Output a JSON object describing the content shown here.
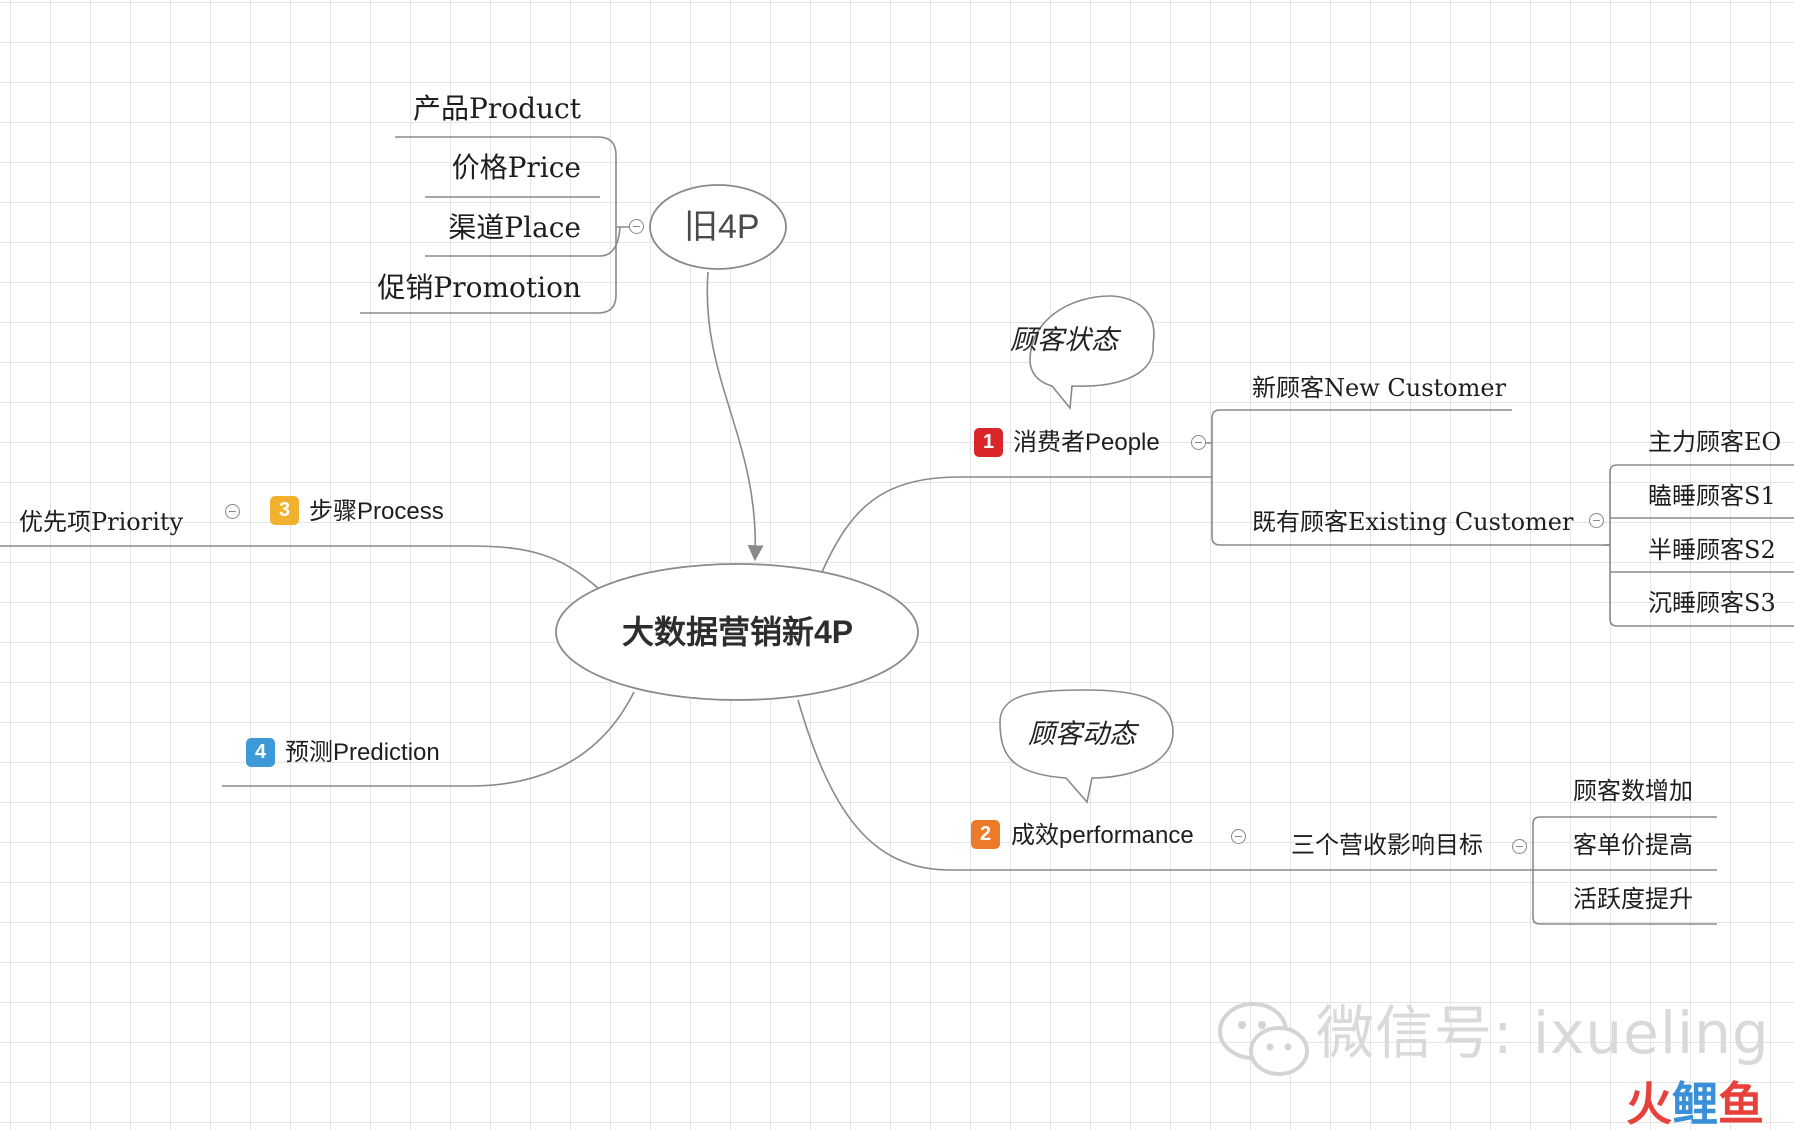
{
  "central": {
    "label": "大数据营销新4P"
  },
  "old4p": {
    "label": "旧4P",
    "items": [
      "产品Product",
      "价格Price",
      "渠道Place",
      "促销Promotion"
    ]
  },
  "branches": {
    "people": {
      "number": "1",
      "label": "消费者People",
      "callout": "顾客状态",
      "children": {
        "new_customer": "新顾客New Customer",
        "existing_customer": "既有顾客Existing Customer",
        "existing_children": [
          "主力顾客EO",
          "瞌睡顾客S1",
          "半睡顾客S2",
          "沉睡顾客S3"
        ]
      }
    },
    "performance": {
      "number": "2",
      "label": "成效performance",
      "callout": "顾客动态",
      "child": "三个营收影响目标",
      "grandchildren": [
        "顾客数增加",
        "客单价提高",
        "活跃度提升"
      ]
    },
    "process": {
      "number": "3",
      "label": "步骤Process",
      "child": "优先项Priority"
    },
    "prediction": {
      "number": "4",
      "label": "预测Prediction"
    }
  },
  "badge_colors": {
    "1": "#d9262b",
    "2": "#ec7a2b",
    "3": "#f2b02f",
    "4": "#3c9ad8"
  },
  "watermark": {
    "icon": "wechat-icon",
    "text": "微信号: ixueling"
  },
  "brand": {
    "chars": [
      "火",
      "鲤",
      "鱼"
    ],
    "colors": [
      "#e8403a",
      "#3a8fd9",
      "#e8403a"
    ]
  }
}
